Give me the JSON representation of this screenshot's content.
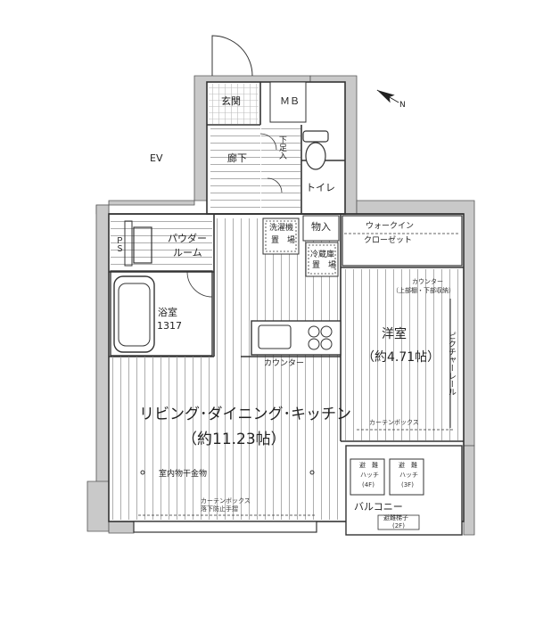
{
  "plan": {
    "ev_label": "EV",
    "entrance": "玄関",
    "mb": "ＭＢ",
    "corridor": "廊下",
    "shoe_storage": "下足入",
    "toilet": "トイレ",
    "storage": "物入",
    "ps": "ＰＳ",
    "powder_room_line1": "パウダー",
    "powder_room_line2": "ルーム",
    "washer_line1": "洗濯機",
    "washer_line2": "置　場",
    "fridge_line1": "冷蔵庫",
    "fridge_line2": "置　場",
    "walkin_line1": "ウォークイン",
    "walkin_line2": "クローゼット",
    "bath_line1": "浴室",
    "bath_line2": "1317",
    "counter": "カウンター",
    "wall_counter_line1": "カウンター",
    "wall_counter_line2": "（上部棚・下部収納）",
    "western_room": "洋室",
    "western_room_area": "（約4.71帖）",
    "picture_rail": "ピクチャーレール",
    "curtain_box_room": "カーテンボックス",
    "ldk": "リビング･ダイニング･キッチン",
    "ldk_area": "（約11.23帖）",
    "indoor_drying": "室内物干金物",
    "curtain_box_ldk": "カーテンボックス",
    "fall_prevention": "落下防止手摺",
    "evac_hatch_4f_line1": "避　難",
    "evac_hatch_4f_line2": "ハッチ",
    "evac_hatch_4f_line3": "(4F)",
    "evac_hatch_3f_line1": "避　難",
    "evac_hatch_3f_line2": "ハッチ",
    "evac_hatch_3f_line3": "(3F)",
    "balcony": "バルコニー",
    "evac_ladder_line1": "避難梯子",
    "evac_ladder_line2": "(2F)",
    "compass": "N"
  }
}
